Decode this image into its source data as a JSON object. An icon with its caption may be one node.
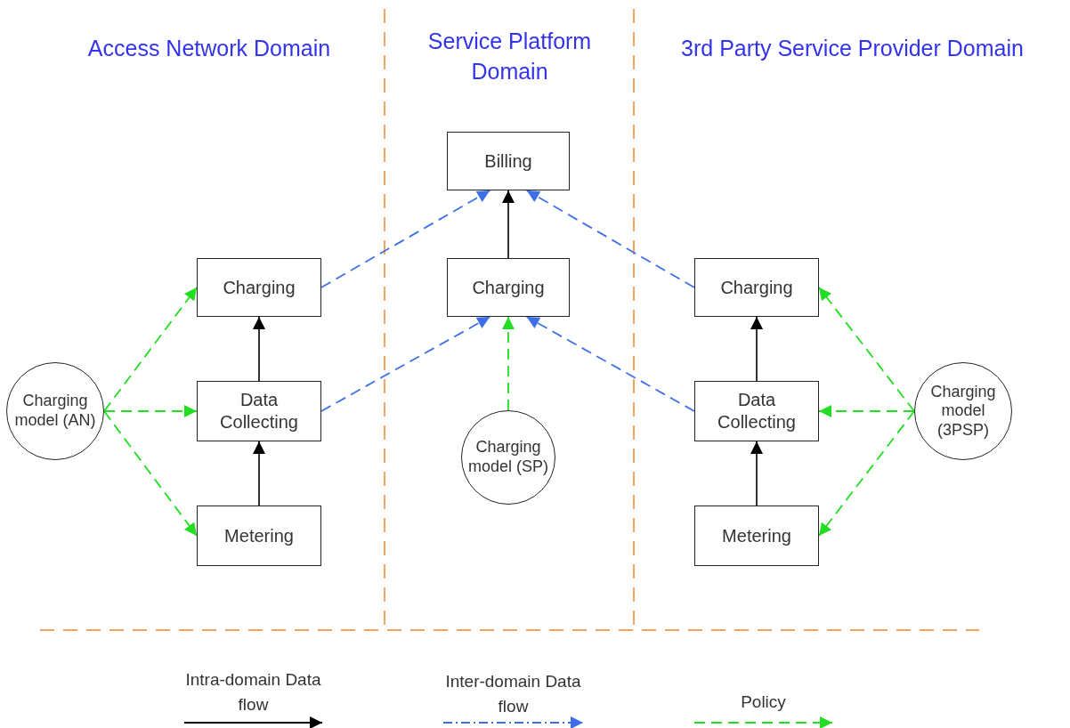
{
  "diagram": {
    "nodes": [
      {
        "text": [
          "Billing"
        ]
      },
      {
        "text": [
          "Charging"
        ]
      },
      {
        "text": [
          "Charging"
        ]
      },
      {
        "text": [
          "Charging"
        ]
      },
      {
        "text": [
          "Charging model (AN)"
        ]
      },
      {
        "text": [
          "Data Collecting"
        ]
      },
      {
        "text": [
          "Data Collecting"
        ]
      },
      {
        "text": [
          "Charging model (3PSP)"
        ]
      },
      {
        "text": [
          "Charging model (SP)"
        ]
      },
      {
        "text": [
          "Metering"
        ]
      },
      {
        "text": [
          "Metering"
        ]
      }
    ],
    "edges": [
      {
        "from": 9,
        "to": 5,
        "arrow": "to",
        "color": "#000000"
      },
      {
        "from": 5,
        "to": 1,
        "arrow": "to",
        "color": "#000000"
      },
      {
        "from": 2,
        "to": 0,
        "arrow": "to",
        "color": "#000000"
      },
      {
        "from": 10,
        "to": 6,
        "arrow": "to",
        "color": "#000000"
      },
      {
        "from": 6,
        "to": 3,
        "arrow": "to",
        "color": "#000000"
      },
      {
        "from": 1,
        "to": 0,
        "arrow": "to",
        "style": "dashed",
        "color": "#3f6fe8"
      },
      {
        "from": 3,
        "to": 0,
        "arrow": "to",
        "style": "dashed",
        "color": "#3f6fe8"
      },
      {
        "from": 5,
        "to": 2,
        "arrow": "to",
        "style": "dashed",
        "color": "#3f6fe8"
      },
      {
        "from": 6,
        "to": 2,
        "arrow": "to",
        "style": "dashed",
        "color": "#3f6fe8"
      },
      {
        "from": 4,
        "to": 1,
        "arrow": "to",
        "style": "dashed",
        "color": "#22dd22"
      },
      {
        "from": 4,
        "to": 5,
        "arrow": "to",
        "style": "dashed",
        "color": "#22dd22"
      },
      {
        "from": 4,
        "to": 9,
        "arrow": "to",
        "style": "dashed",
        "color": "#22dd22"
      },
      {
        "from": 8,
        "to": 2,
        "arrow": "to",
        "style": "dashed",
        "color": "#22dd22"
      },
      {
        "from": 7,
        "to": 3,
        "arrow": "to",
        "style": "dashed",
        "color": "#22dd22"
      },
      {
        "from": 7,
        "to": 6,
        "arrow": "to",
        "style": "dashed",
        "color": "#22dd22"
      },
      {
        "from": 7,
        "to": 10,
        "arrow": "to",
        "style": "dashed",
        "color": "#22dd22"
      }
    ],
    "labels": [
      "Access Network Domain",
      "Service Platform Domain",
      "3rd Party Service Provider Domain"
    ],
    "legend": [
      {
        "text": "Intra-domain Data flow"
      },
      {
        "text": "Inter-domain Data flow"
      },
      {
        "text": "Policy"
      }
    ]
  }
}
